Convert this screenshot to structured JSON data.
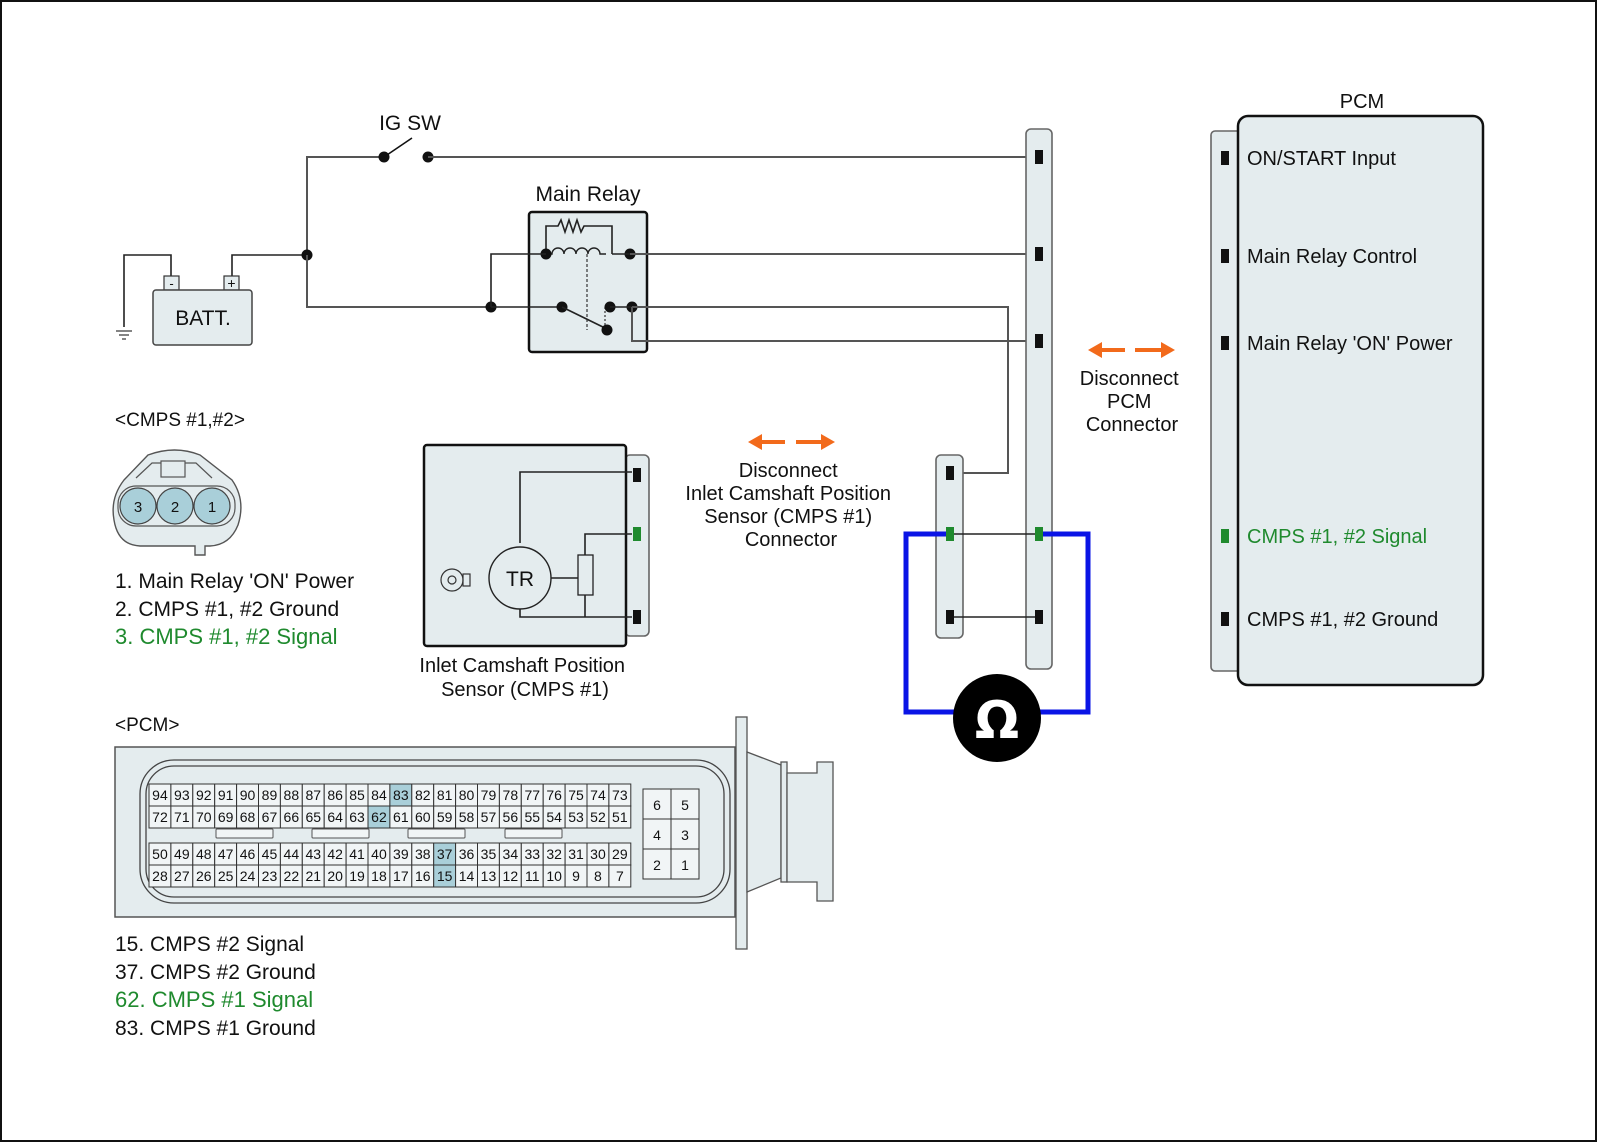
{
  "title_labels": {
    "ig_sw": "IG SW",
    "main_relay": "Main Relay",
    "battery": "BATT.",
    "battery_neg": "-",
    "battery_pos": "+",
    "pcm_title": "PCM",
    "sensor_tr": "TR"
  },
  "sensor_caption": [
    "Inlet Camshaft Position",
    "Sensor (CMPS #1)"
  ],
  "disconnect_cmps": [
    "Disconnect",
    "Inlet Camshaft Position",
    "Sensor (CMPS #1)",
    "Connector"
  ],
  "disconnect_pcm": [
    "Disconnect",
    "PCM",
    "Connector"
  ],
  "pcm_pins": [
    {
      "label": "ON/START Input",
      "color": "#111111"
    },
    {
      "label": "Main Relay Control",
      "color": "#111111"
    },
    {
      "label": "Main Relay 'ON' Power",
      "color": "#111111"
    },
    {
      "label": "CMPS #1, #2 Signal",
      "color": "#1f8a2e"
    },
    {
      "label": "CMPS #1, #2 Ground",
      "color": "#111111"
    }
  ],
  "cmps_connector": {
    "title": "<CMPS #1,#2>",
    "pins": [
      "3",
      "2",
      "1"
    ],
    "legend": [
      {
        "text": "1. Main Relay 'ON' Power",
        "highlight": false
      },
      {
        "text": "2. CMPS #1, #2 Ground",
        "highlight": false
      },
      {
        "text": "3. CMPS #1, #2 Signal",
        "highlight": true
      }
    ]
  },
  "pcm_connector": {
    "title": "<PCM>",
    "rows": [
      [
        "94",
        "93",
        "92",
        "91",
        "90",
        "89",
        "88",
        "87",
        "86",
        "85",
        "84",
        "83",
        "82",
        "81",
        "80",
        "79",
        "78",
        "77",
        "76",
        "75",
        "74",
        "73"
      ],
      [
        "72",
        "71",
        "70",
        "69",
        "68",
        "67",
        "66",
        "65",
        "64",
        "63",
        "62",
        "61",
        "60",
        "59",
        "58",
        "57",
        "56",
        "55",
        "54",
        "53",
        "52",
        "51"
      ],
      [
        "50",
        "49",
        "48",
        "47",
        "46",
        "45",
        "44",
        "43",
        "42",
        "41",
        "40",
        "39",
        "38",
        "37",
        "36",
        "35",
        "34",
        "33",
        "32",
        "31",
        "30",
        "29"
      ],
      [
        "28",
        "27",
        "26",
        "25",
        "24",
        "23",
        "22",
        "21",
        "20",
        "19",
        "18",
        "17",
        "16",
        "15",
        "14",
        "13",
        "12",
        "11",
        "10",
        "9",
        "8",
        "7"
      ]
    ],
    "highlighted": [
      "83",
      "62",
      "37",
      "15"
    ],
    "small_block": [
      [
        "6",
        "5"
      ],
      [
        "4",
        "3"
      ],
      [
        "2",
        "1"
      ]
    ],
    "legend": [
      {
        "text": "15. CMPS #2 Signal",
        "highlight": false
      },
      {
        "text": "37. CMPS #2 Ground",
        "highlight": false
      },
      {
        "text": "62. CMPS #1 Signal",
        "highlight": true
      },
      {
        "text": "83. CMPS #1 Ground",
        "highlight": false
      }
    ]
  },
  "meter": {
    "symbol": "Ω",
    "lead_color": "#0a14e6"
  },
  "colors": {
    "signal_green": "#1f8a2e",
    "arrow_orange": "#f26a1b",
    "fill": "#e4ecee",
    "highlight_cell": "#a9cfd9"
  }
}
